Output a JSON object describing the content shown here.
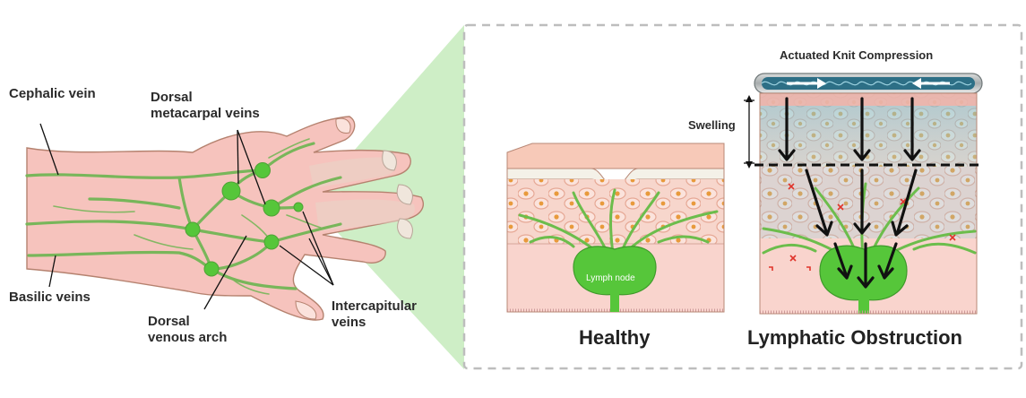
{
  "hand_labels": {
    "cephalic": "Cephalic vein",
    "dorsal_metacarpal": "Dorsal\nmetacarpal veins",
    "basilic": "Basilic veins",
    "dorsal_arch": "Dorsal\nvenous arch",
    "intercapitular": "Intercapitular\nveins"
  },
  "healthy": {
    "title": "Healthy",
    "node_label": "Lymph node"
  },
  "obstruction": {
    "title": "Lymphatic Obstruction",
    "compression_label": "Actuated Knit Compression",
    "swelling_label": "Swelling"
  },
  "colors": {
    "skin": "#f6c3bd",
    "skin_outline": "#b5826f",
    "vein": "#78b65a",
    "node": "#56c63a",
    "dermis": "#f9d4cd",
    "fluid": "#7fc3d6",
    "zoom_wedge": "#c9ecc0",
    "panel_border": "#bdbdbd"
  }
}
